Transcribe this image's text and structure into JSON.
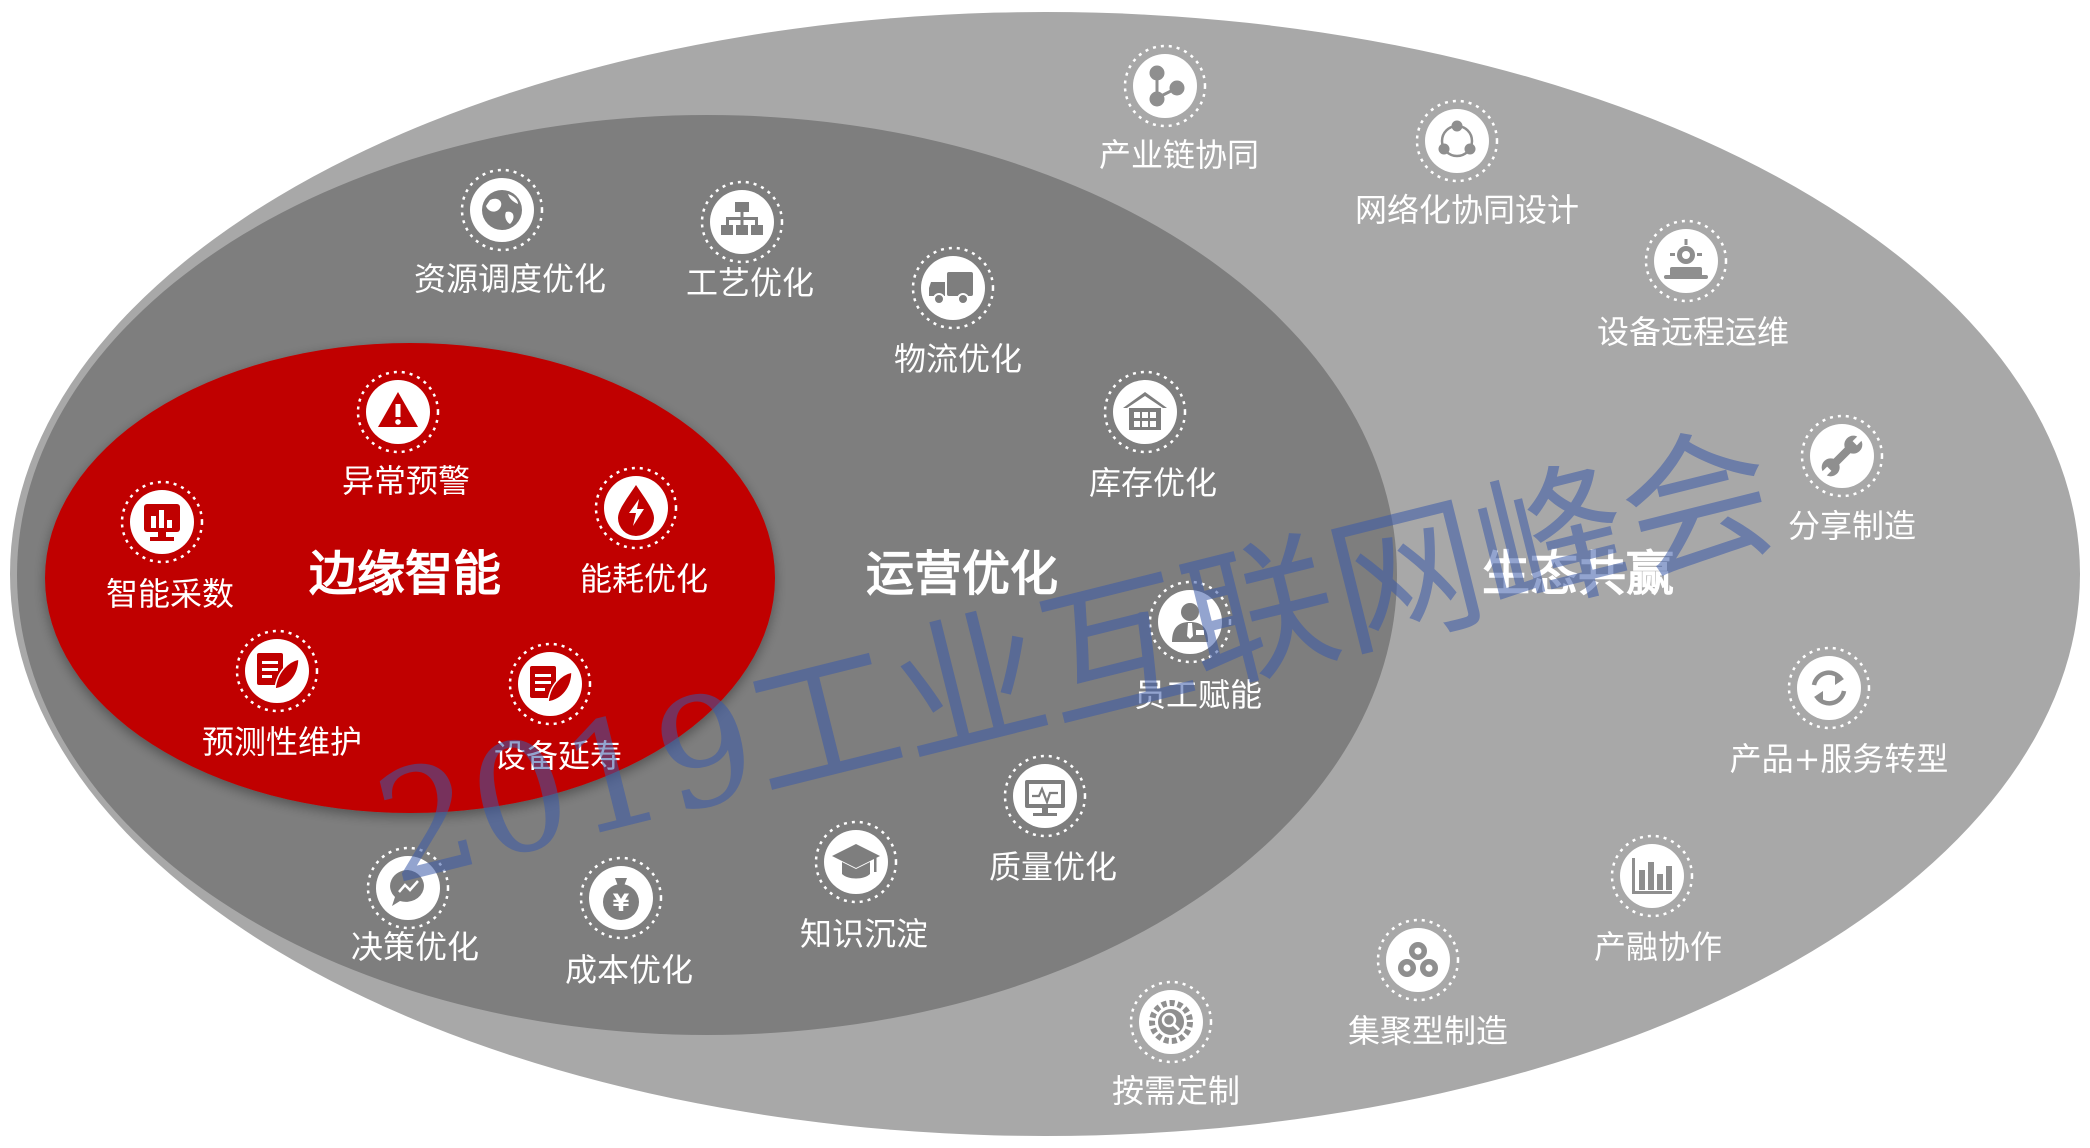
{
  "regions": {
    "outer": {
      "title": "生态共赢",
      "color": "#a8a8a8"
    },
    "middle": {
      "title": "运营优化",
      "color": "#7e7e7e"
    },
    "inner": {
      "title": "边缘智能",
      "color": "#c00000"
    }
  },
  "items": {
    "edge": [
      {
        "label": "异常预警",
        "icon": "warning-icon"
      },
      {
        "label": "智能采数",
        "icon": "bar-chart-icon"
      },
      {
        "label": "能耗优化",
        "icon": "energy-drop-icon"
      },
      {
        "label": "预测性维护",
        "icon": "leaf-report-icon"
      },
      {
        "label": "设备延寿",
        "icon": "leaf-report-icon"
      }
    ],
    "ops": [
      {
        "label": "资源调度优化",
        "icon": "globe-icon"
      },
      {
        "label": "工艺优化",
        "icon": "org-chart-icon"
      },
      {
        "label": "物流优化",
        "icon": "truck-icon"
      },
      {
        "label": "库存优化",
        "icon": "warehouse-icon"
      },
      {
        "label": "员工赋能",
        "icon": "employee-icon"
      },
      {
        "label": "质量优化",
        "icon": "monitor-icon"
      },
      {
        "label": "知识沉淀",
        "icon": "graduation-cap-icon"
      },
      {
        "label": "成本优化",
        "icon": "money-bag-icon"
      },
      {
        "label": "决策优化",
        "icon": "decision-chat-icon"
      }
    ],
    "eco": [
      {
        "label": "产业链协同",
        "icon": "share-nodes-icon"
      },
      {
        "label": "网络化协同设计",
        "icon": "network-cycle-icon"
      },
      {
        "label": "设备远程运维",
        "icon": "remote-device-icon"
      },
      {
        "label": "分享制造",
        "icon": "wrench-icon"
      },
      {
        "label": "产品+服务转型",
        "icon": "refresh-icon"
      },
      {
        "label": "产融协作",
        "icon": "bar-chart-icon"
      },
      {
        "label": "集聚型制造",
        "icon": "gears-icon"
      },
      {
        "label": "按需定制",
        "icon": "gear-search-icon"
      }
    ]
  },
  "watermark": "2019工业互联网峰会"
}
